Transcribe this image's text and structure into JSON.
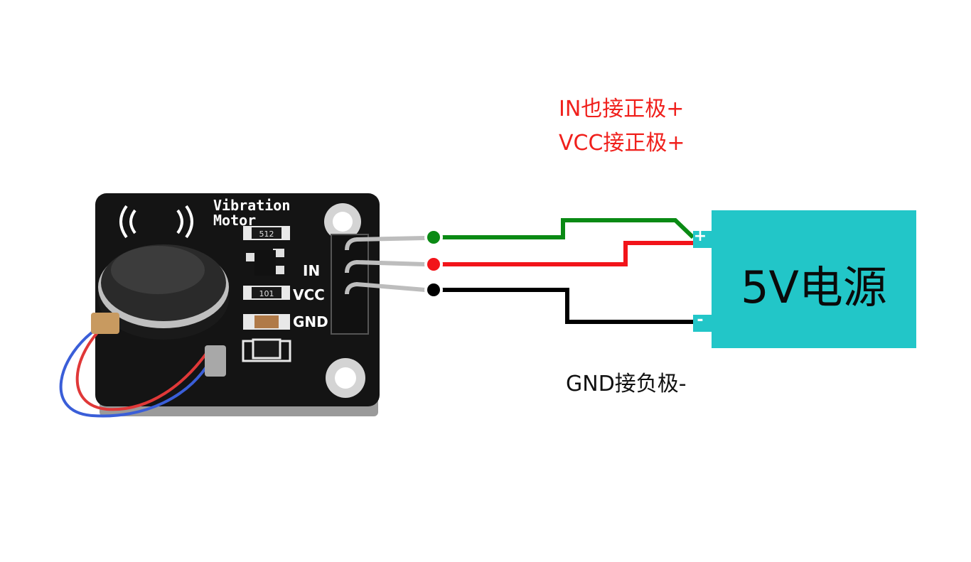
{
  "module": {
    "title_line1": "Vibration",
    "title_line2": "Motor",
    "pins": [
      "IN",
      "VCC",
      "GND"
    ],
    "part_markings": [
      "512",
      "101"
    ]
  },
  "annotations": {
    "in_note": "IN也接正极+",
    "vcc_note": "VCC接正极+",
    "gnd_note": "GND接负极-"
  },
  "power_supply": {
    "label": "5V电源",
    "positive_sign": "+",
    "negative_sign": "-"
  },
  "colors": {
    "in_wire": "#0a8a14",
    "vcc_wire": "#f2141a",
    "gnd_wire": "#000000",
    "power_supply": "#22c6c8",
    "board": "#141414",
    "note_red": "#f0201c"
  }
}
